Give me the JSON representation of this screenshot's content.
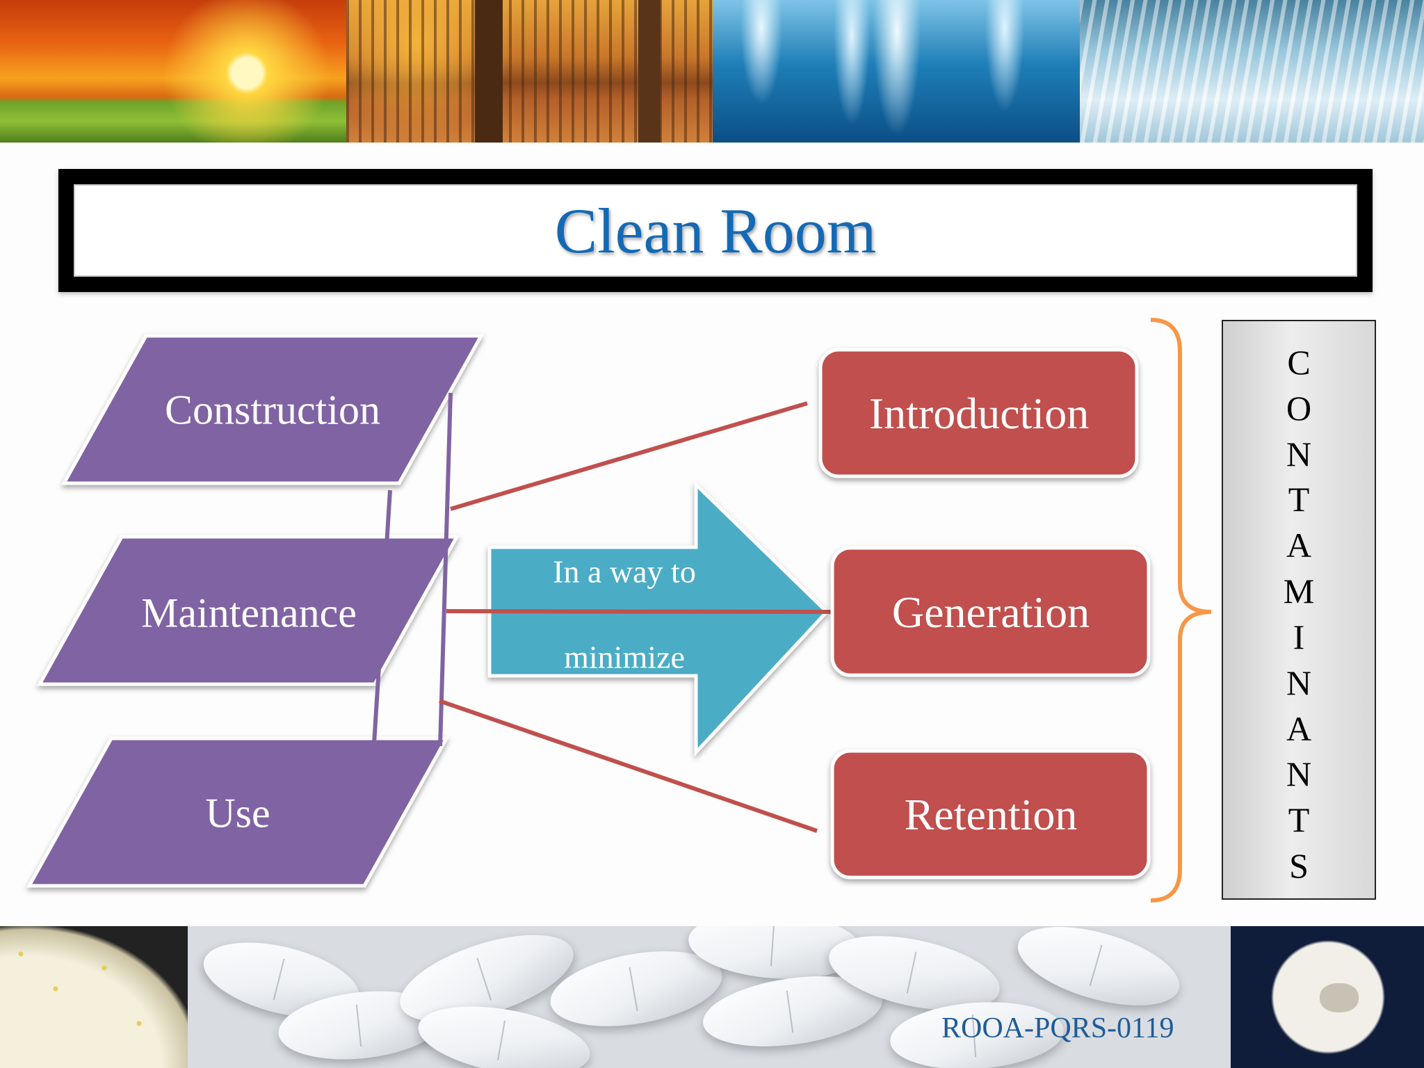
{
  "title": "Clean Room",
  "factors": [
    "Construction",
    "Maintenance",
    "Use"
  ],
  "arrow": {
    "line1": "In a way to",
    "line2": "minimize"
  },
  "outcomes": [
    "Introduction",
    "Generation",
    "Retention"
  ],
  "contaminants": [
    "C",
    "O",
    "N",
    "T",
    "A",
    "M",
    "I",
    "N",
    "A",
    "N",
    "T",
    "S"
  ],
  "footer_code": "ROOA-PQRS-0119",
  "colors": {
    "title": "#1469b4",
    "parallelogram": "#8064a2",
    "outcome_box": "#c0504d",
    "arrow": "#4bacc6",
    "connector": "#c0504d",
    "brace": "#f79646"
  }
}
